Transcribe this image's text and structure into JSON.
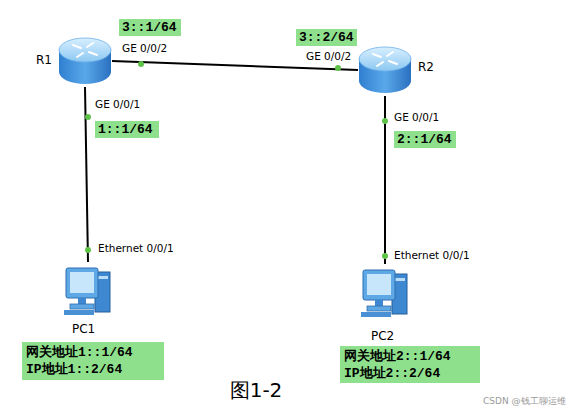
{
  "diagram": {
    "caption": "图1-2",
    "nodes": [
      {
        "text": [
          "R1"
        ]
      },
      {
        "text": [
          "R2"
        ]
      },
      {
        "text": [
          "3::1/64"
        ]
      },
      {
        "text": [
          "3::2/64"
        ]
      },
      {
        "text": [
          "1::1/64"
        ]
      },
      {
        "text": [
          "2::1/64"
        ]
      },
      {
        "text": [
          "PC1"
        ]
      },
      {
        "text": [
          "网关地址1::1/64",
          "IP地址1::2/64"
        ]
      },
      {
        "text": [
          "PC2"
        ]
      },
      {
        "text": [
          "网关地址2::1/64",
          "IP地址2::2/64"
        ]
      }
    ],
    "edges": [
      {
        "from": 0,
        "to": 1,
        "arrow": "none"
      },
      {
        "from": 0,
        "to": 6,
        "arrow": "none"
      },
      {
        "from": 1,
        "to": 8,
        "arrow": "none"
      }
    ],
    "labels": [
      "GE 0/0/2",
      "GE 0/0/2",
      "GE 0/0/1",
      "Ethernet 0/0/1",
      "GE 0/0/1",
      "Ethernet 0/0/1",
      "CSDN @钱工聊运维"
    ]
  }
}
